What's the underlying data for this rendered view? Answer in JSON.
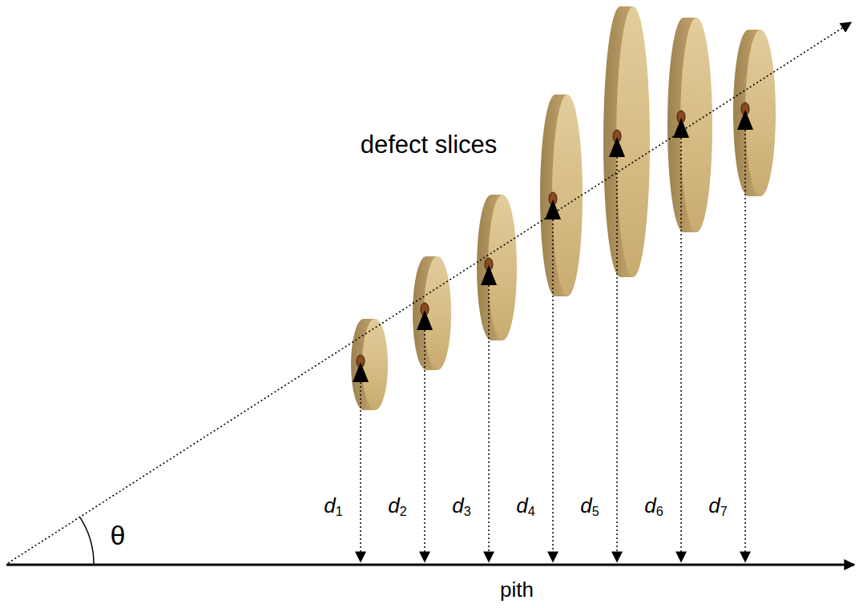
{
  "diagram": {
    "labels": [
      "defect slices",
      "d1",
      "d2",
      "d3",
      "d4",
      "d5",
      "d6",
      "d7",
      "θ",
      "pith"
    ]
  }
}
